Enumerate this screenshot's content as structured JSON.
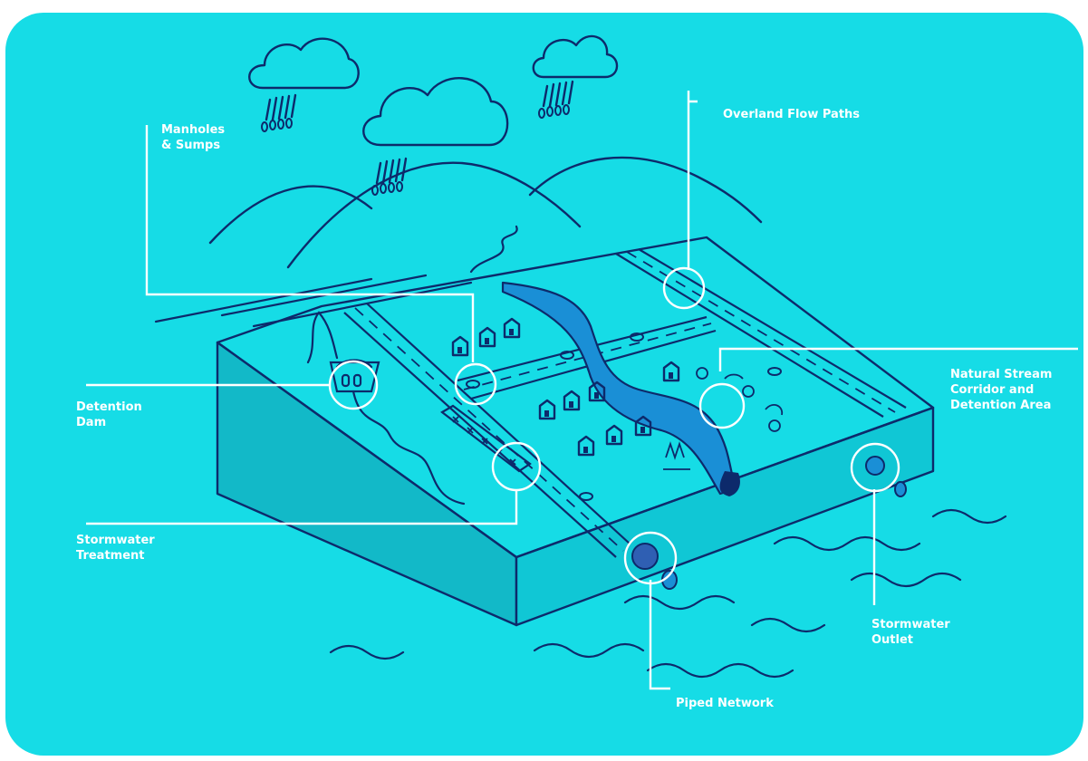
{
  "diagram": {
    "colors": {
      "background": "#16dce6",
      "line": "#0d2a6b",
      "callout": "#ffffff",
      "water": "#1a8fd6",
      "block_side": "#12b9c8"
    },
    "labels": {
      "manholes": "Manholes\n& Sumps",
      "overland": "Overland Flow Paths",
      "stream": "Natural Stream\nCorridor and\nDetention Area",
      "dam": "Detention\nDam",
      "treatment": "Stormwater\nTreatment",
      "piped": "Piped Network",
      "outlet": "Stormwater\nOutlet"
    }
  }
}
